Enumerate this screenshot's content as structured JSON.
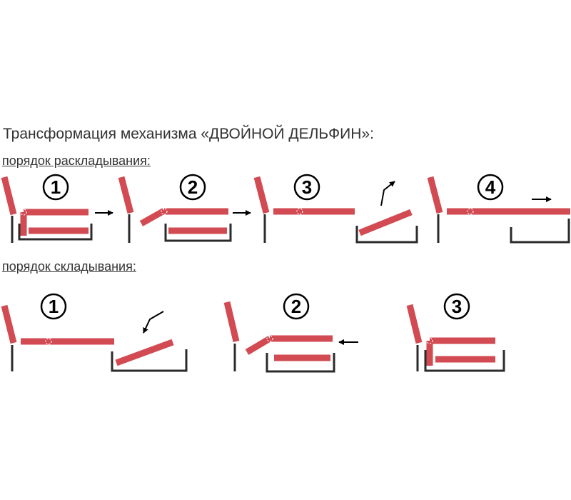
{
  "title": "Трансформация механизма «ДВОЙНОЙ ДЕЛЬФИН»:",
  "unfolding": {
    "label": "порядок раскладывания:",
    "steps": [
      "1",
      "2",
      "3",
      "4"
    ]
  },
  "folding": {
    "label": "порядок складывания:",
    "steps": [
      "1",
      "2",
      "3"
    ]
  },
  "colors": {
    "board": "#d24a52",
    "frame": "#2b2b2b",
    "text": "#333333"
  }
}
